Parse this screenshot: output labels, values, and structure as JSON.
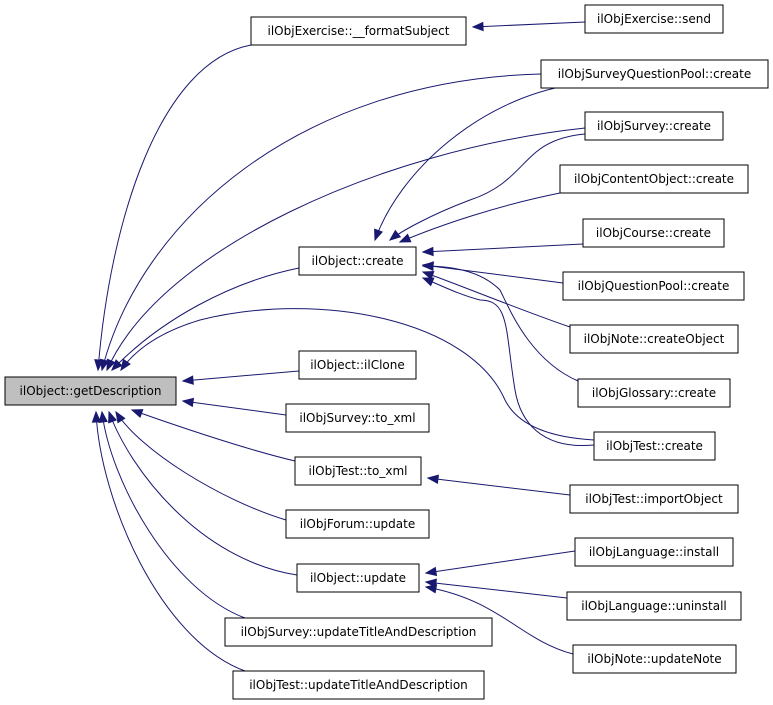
{
  "graph": {
    "nodes": [
      {
        "id": "getDescription",
        "label": "ilObject::getDescription",
        "root": true
      },
      {
        "id": "formatSubject",
        "label": "ilObjExercise::__formatSubject"
      },
      {
        "id": "exerciseSend",
        "label": "ilObjExercise::send"
      },
      {
        "id": "surveyQPCreate",
        "label": "ilObjSurveyQuestionPool::create"
      },
      {
        "id": "surveyCreate",
        "label": "ilObjSurvey::create"
      },
      {
        "id": "contentObjCreate",
        "label": "ilObjContentObject::create"
      },
      {
        "id": "objectCreate",
        "label": "ilObject::create"
      },
      {
        "id": "courseCreate",
        "label": "ilObjCourse::create"
      },
      {
        "id": "questionPoolCreate",
        "label": "ilObjQuestionPool::create"
      },
      {
        "id": "noteCreateObject",
        "label": "ilObjNote::createObject"
      },
      {
        "id": "ilClone",
        "label": "ilObject::ilClone"
      },
      {
        "id": "glossaryCreate",
        "label": "ilObjGlossary::create"
      },
      {
        "id": "surveyToXml",
        "label": "ilObjSurvey::to_xml"
      },
      {
        "id": "testCreate",
        "label": "ilObjTest::create"
      },
      {
        "id": "testToXml",
        "label": "ilObjTest::to_xml"
      },
      {
        "id": "testImportObject",
        "label": "ilObjTest::importObject"
      },
      {
        "id": "forumUpdate",
        "label": "ilObjForum::update"
      },
      {
        "id": "languageInstall",
        "label": "ilObjLanguage::install"
      },
      {
        "id": "objectUpdate",
        "label": "ilObject::update"
      },
      {
        "id": "languageUninstall",
        "label": "ilObjLanguage::uninstall"
      },
      {
        "id": "surveyUpdateTD",
        "label": "ilObjSurvey::updateTitleAndDescription"
      },
      {
        "id": "noteUpdateNote",
        "label": "ilObjNote::updateNote"
      },
      {
        "id": "testUpdateTD",
        "label": "ilObjTest::updateTitleAndDescription"
      }
    ],
    "edges": [
      {
        "from": "formatSubject",
        "to": "getDescription"
      },
      {
        "from": "surveyQPCreate",
        "to": "getDescription"
      },
      {
        "from": "surveyCreate",
        "to": "getDescription"
      },
      {
        "from": "objectCreate",
        "to": "getDescription"
      },
      {
        "from": "testCreate",
        "to": "getDescription"
      },
      {
        "from": "ilClone",
        "to": "getDescription"
      },
      {
        "from": "surveyToXml",
        "to": "getDescription"
      },
      {
        "from": "testToXml",
        "to": "getDescription"
      },
      {
        "from": "forumUpdate",
        "to": "getDescription"
      },
      {
        "from": "objectUpdate",
        "to": "getDescription"
      },
      {
        "from": "surveyUpdateTD",
        "to": "getDescription"
      },
      {
        "from": "testUpdateTD",
        "to": "getDescription"
      },
      {
        "from": "exerciseSend",
        "to": "formatSubject"
      },
      {
        "from": "surveyQPCreate",
        "to": "objectCreate"
      },
      {
        "from": "surveyCreate",
        "to": "objectCreate"
      },
      {
        "from": "contentObjCreate",
        "to": "objectCreate"
      },
      {
        "from": "courseCreate",
        "to": "objectCreate"
      },
      {
        "from": "questionPoolCreate",
        "to": "objectCreate"
      },
      {
        "from": "noteCreateObject",
        "to": "objectCreate"
      },
      {
        "from": "glossaryCreate",
        "to": "objectCreate"
      },
      {
        "from": "testCreate",
        "to": "objectCreate"
      },
      {
        "from": "testImportObject",
        "to": "testToXml"
      },
      {
        "from": "languageInstall",
        "to": "objectUpdate"
      },
      {
        "from": "languageUninstall",
        "to": "objectUpdate"
      },
      {
        "from": "noteUpdateNote",
        "to": "objectUpdate"
      }
    ]
  },
  "colors": {
    "edge": "#191970",
    "root_fill": "#bfbfbf",
    "node_fill": "#ffffff",
    "node_border": "#000000"
  }
}
